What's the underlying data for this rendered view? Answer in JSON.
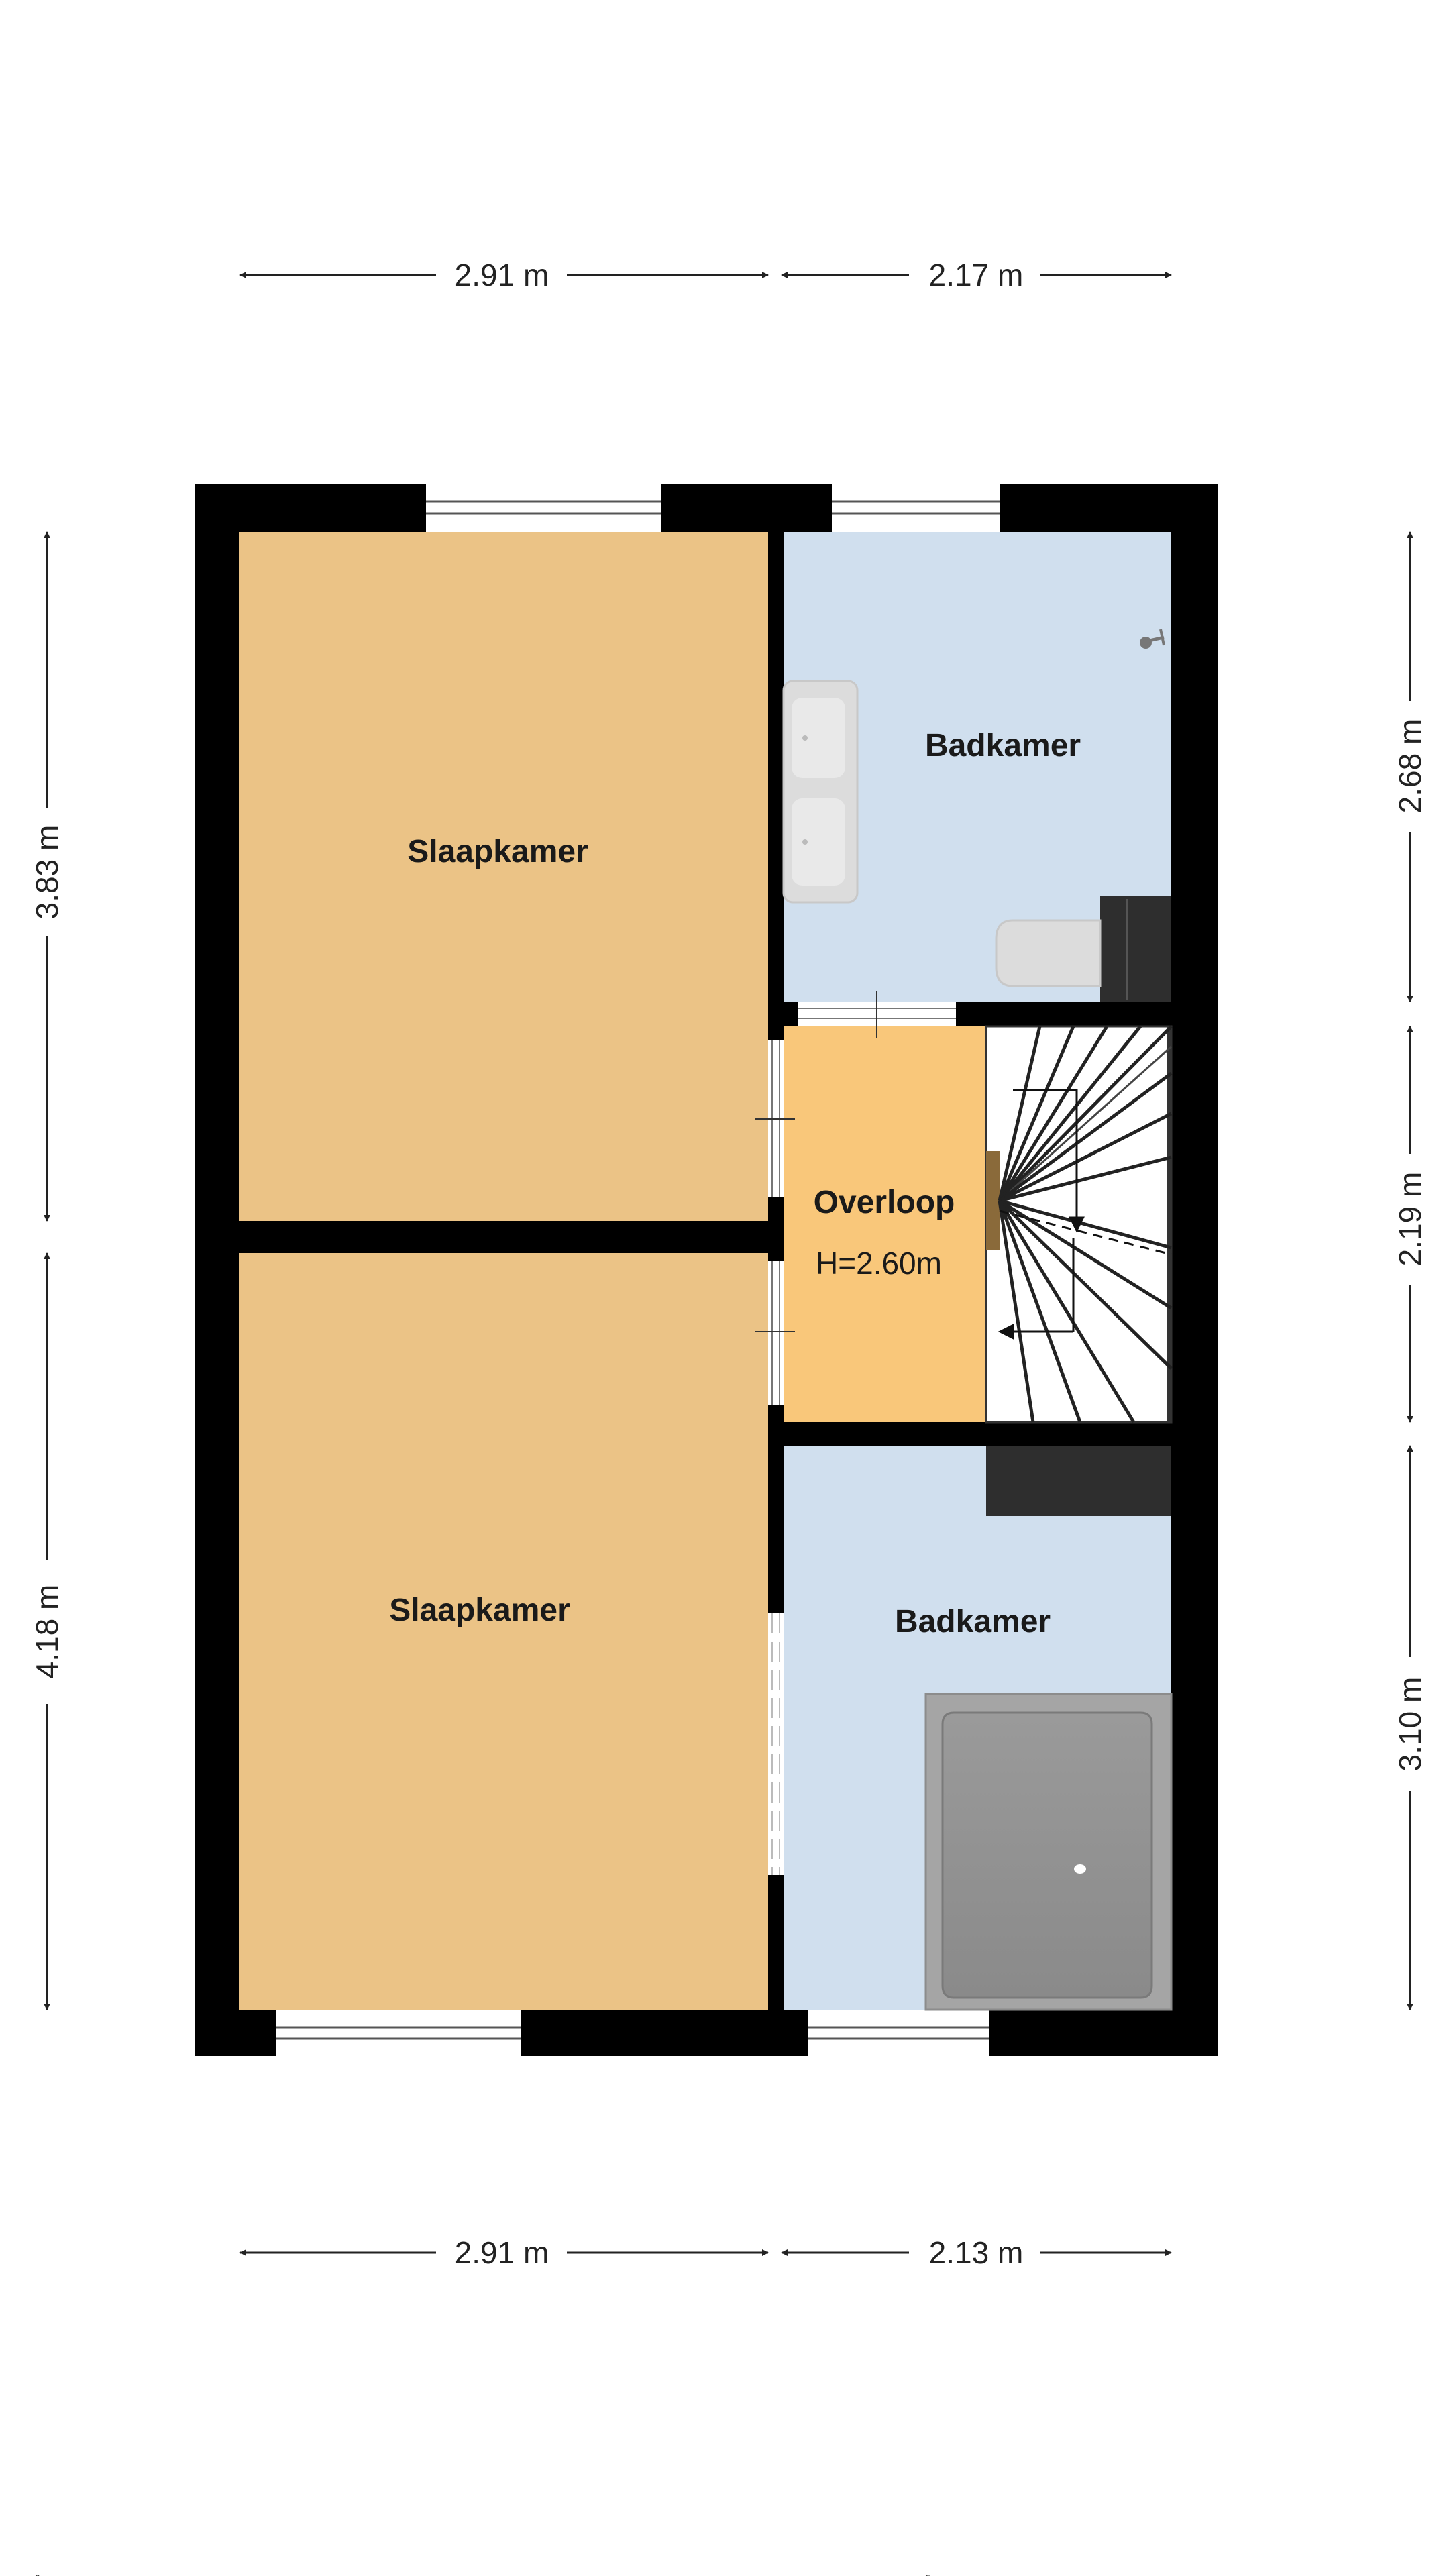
{
  "colors": {
    "wall": "#000000",
    "bedroom": "#EBC386",
    "bathroom": "#D0DFEE",
    "landing": "#F9C77A",
    "fixture": "#DCDCDC",
    "dark_fixture": "#2E2E2E",
    "window": "#FFFFFF"
  },
  "dimensions": {
    "top_left": "2.91 m",
    "top_right": "2.17 m",
    "bottom_left": "2.91 m",
    "bottom_right": "2.13 m",
    "left_upper": "3.83 m",
    "left_lower": "4.18 m",
    "right_upper": "2.68 m",
    "right_middle": "2.19 m",
    "right_lower": "3.10 m"
  },
  "rooms": {
    "bedroom_upper": "Slaapkamer",
    "bedroom_lower": "Slaapkamer",
    "bathroom_upper": "Badkamer",
    "bathroom_lower": "Badkamer",
    "landing": "Overloop",
    "landing_height": "H=2.60m"
  },
  "scale_bar": {
    "start": "0m",
    "end": "5m"
  },
  "icons": {
    "stairs": "staircase-icon",
    "toilet": "toilet-icon",
    "sink": "double-sink-icon",
    "bathtub": "bathtub-icon",
    "shower": "shower-head-icon"
  }
}
